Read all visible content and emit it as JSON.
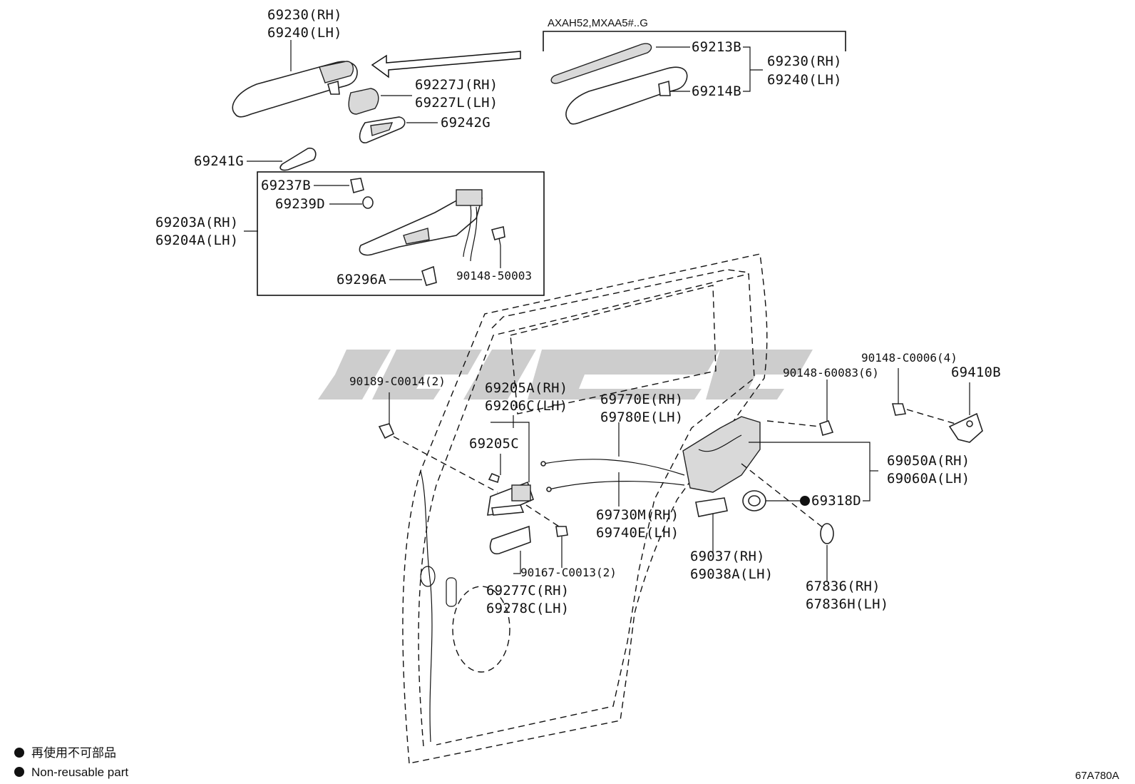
{
  "labels": {
    "handle_rh": "69230(RH)",
    "handle_lh": "69240(LH)",
    "variant_note": "AXAH52,MXAA5#..G",
    "cover_rh": "69227J(RH)",
    "cover_lh": "69227L(LH)",
    "pad_g": "69242G",
    "pad_241g": "69241G",
    "trim_213b": "69213B",
    "pad_214b": "69214B",
    "handle2_rh": "69230(RH)",
    "handle2_lh": "69240(LH)",
    "clip_237b": "69237B",
    "bush_239d": "69239D",
    "frame_rh": "69203A(RH)",
    "frame_lh": "69204A(LH)",
    "plug_296a": "69296A",
    "bolt_50003": "90148-50003",
    "clip_c0014": "90189-C0014(2)",
    "inner_rh": "69205A(RH)",
    "inner_lh": "69206C(LH)",
    "inner_c": "69205C",
    "cable1_rh": "69770E(RH)",
    "cable1_lh": "69780E(LH)",
    "cable2_rh": "69730M(RH)",
    "cable2_lh": "69740E(LH)",
    "screw_60083": "90148-60083(6)",
    "screw_c0006": "90148-C0006(4)",
    "striker": "69410B",
    "lock_rh": "69050A(RH)",
    "lock_lh": "69060A(LH)",
    "seal_318d": "69318D",
    "cover_037_rh": "69037(RH)",
    "cover_038_lh": "69038A(LH)",
    "screw_c0013": "90167-C0013(2)",
    "bezel_rh": "69277C(RH)",
    "bezel_lh": "69278C(LH)",
    "grommet_rh": "67836(RH)",
    "grommet_lh": "67836H(LH)"
  },
  "legend": {
    "line1": "再使用不可部品",
    "line2": "Non-reusable part"
  },
  "diagram_code": "67A780A"
}
